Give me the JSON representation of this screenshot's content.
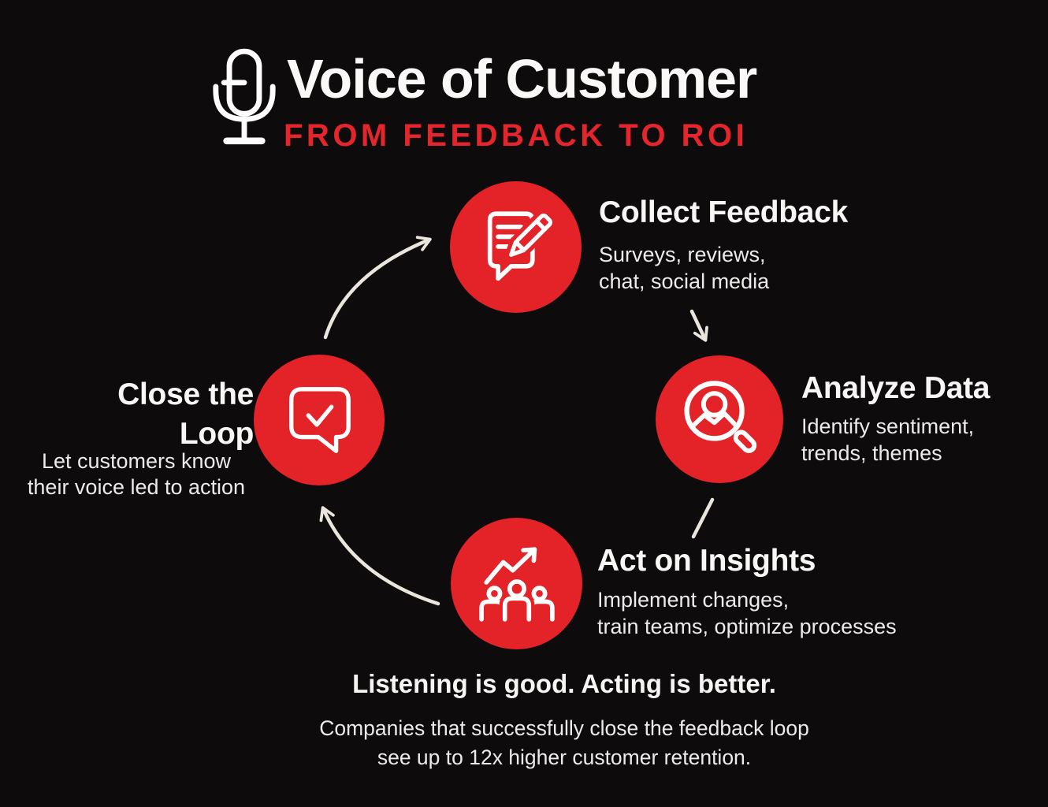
{
  "header": {
    "title": "Voice of Customer",
    "subtitle": "FROM FEEDBACK TO ROI",
    "icon": "microphone-icon"
  },
  "steps": {
    "collect": {
      "title": "Collect Feedback",
      "desc_line1": "Surveys, reviews,",
      "desc_line2": "chat, social media",
      "icon": "note-pencil-icon"
    },
    "analyze": {
      "title": "Analyze Data",
      "desc_line1": "Identify sentiment,",
      "desc_line2": "trends, themes",
      "icon": "magnifier-person-icon"
    },
    "act": {
      "title": "Act on Insights",
      "desc_line1": "Implement changes,",
      "desc_line2": "train teams, optimize processes",
      "icon": "team-growth-icon"
    },
    "close": {
      "title_line1": "Close the",
      "title_line2": "Loop",
      "desc_line1": "Let customers know",
      "desc_line2": "their voice led to action",
      "icon": "chat-check-icon"
    }
  },
  "footer": {
    "tagline": "Listening is good. Acting is better.",
    "note_line1": "Companies that successfully close the feedback loop",
    "note_line2": "see up to 12x higher customer retention."
  },
  "colors": {
    "background": "#0d0b0c",
    "accent_red": "#e42329",
    "subtitle_red": "#e4262c",
    "text_primary": "#f7f6f4",
    "text_secondary": "#edebe9",
    "arrow": "#eae5dd"
  }
}
